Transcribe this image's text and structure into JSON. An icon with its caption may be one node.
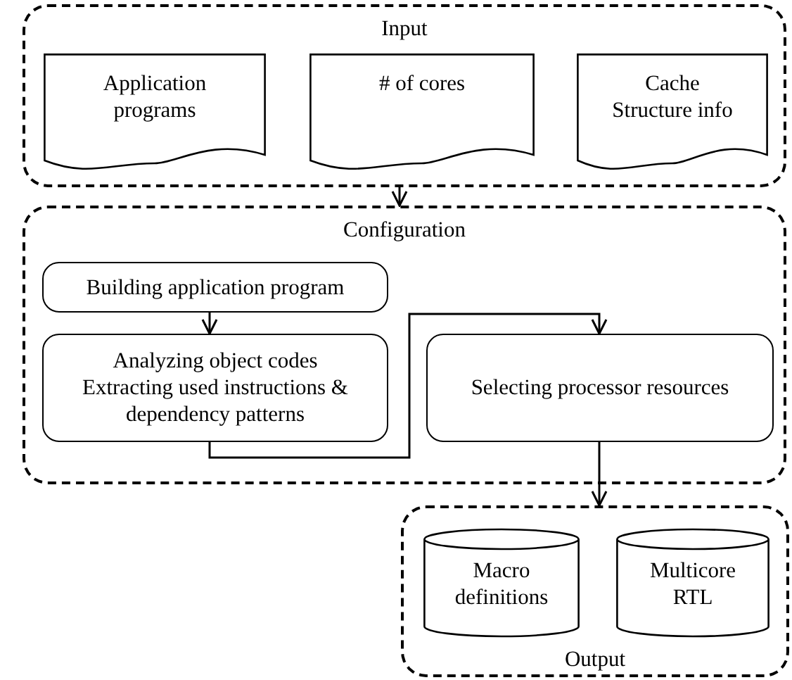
{
  "diagram": {
    "nodes": [
      {
        "text": [
          "Input"
        ]
      },
      {
        "text": [
          "Application programs"
        ],
        "in": 0
      },
      {
        "text": [
          "# of cores"
        ],
        "in": 0
      },
      {
        "text": [
          "Cache Structure info"
        ],
        "in": 0
      },
      {
        "text": [
          "Configuration"
        ]
      },
      {
        "text": [
          "Building application program"
        ],
        "in": 4
      },
      {
        "text": [
          "Analyzing object codes",
          "Extracting used instructions & dependency patterns"
        ],
        "in": 4
      },
      {
        "text": [
          "Selecting processor resources"
        ],
        "in": 4
      },
      {
        "text": [
          "Output"
        ]
      },
      {
        "text": [
          "Macro definitions"
        ],
        "in": 8
      },
      {
        "text": [
          "Multicore RTL"
        ],
        "in": 8
      }
    ],
    "edges": [
      {
        "from": 0,
        "to": 4,
        "arrow": "to"
      },
      {
        "from": 5,
        "to": 6,
        "arrow": "to"
      },
      {
        "from": 6,
        "to": 7,
        "arrow": "to"
      },
      {
        "from": 7,
        "to": 8,
        "arrow": "to"
      }
    ]
  }
}
